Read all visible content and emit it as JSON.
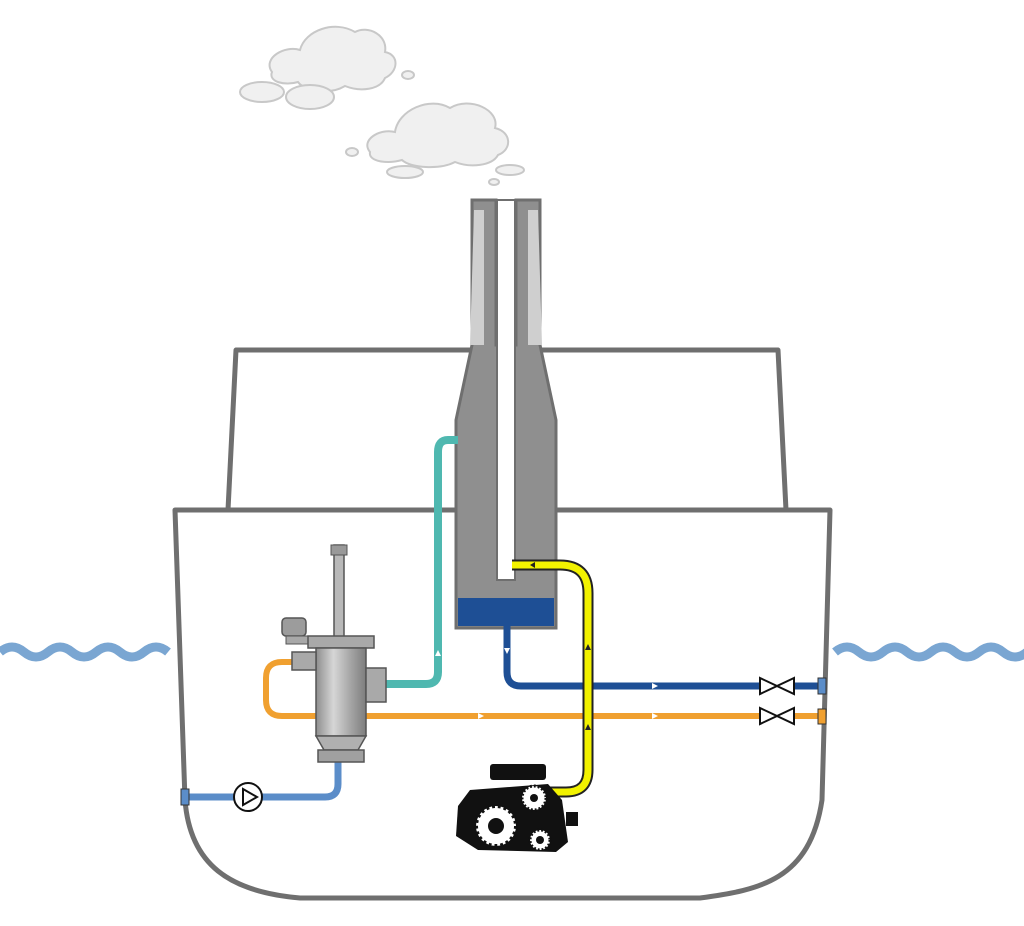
{
  "diagram": {
    "type": "ship exhaust gas scrubber system",
    "labels": [],
    "components": [
      {
        "name": "exhaust-stack",
        "icon": "funnel-icon"
      },
      {
        "name": "scrubber-sump",
        "icon": "tank-icon"
      },
      {
        "name": "filter-housing",
        "icon": "filter-icon"
      },
      {
        "name": "seawater-pump",
        "icon": "pump-icon"
      },
      {
        "name": "engine",
        "icon": "engine-icon"
      },
      {
        "name": "outlet-valves",
        "icon": "valve-icon"
      }
    ],
    "colors": {
      "hull_stroke": "#6f6f6f",
      "stack_fill": "#8f8f8f",
      "sea_wave": "#7aa6d2",
      "pipe_seawater": "#5b8dc9",
      "pipe_washwater": "#1e4f95",
      "pipe_bypass": "#f0a030",
      "pipe_exhaust": "#f2f200",
      "pipe_clean": "#4fb8b0",
      "sump_fill": "#1e4f95",
      "cloud_fill": "#f0f0f0",
      "cloud_stroke": "#c8c8c8"
    }
  }
}
